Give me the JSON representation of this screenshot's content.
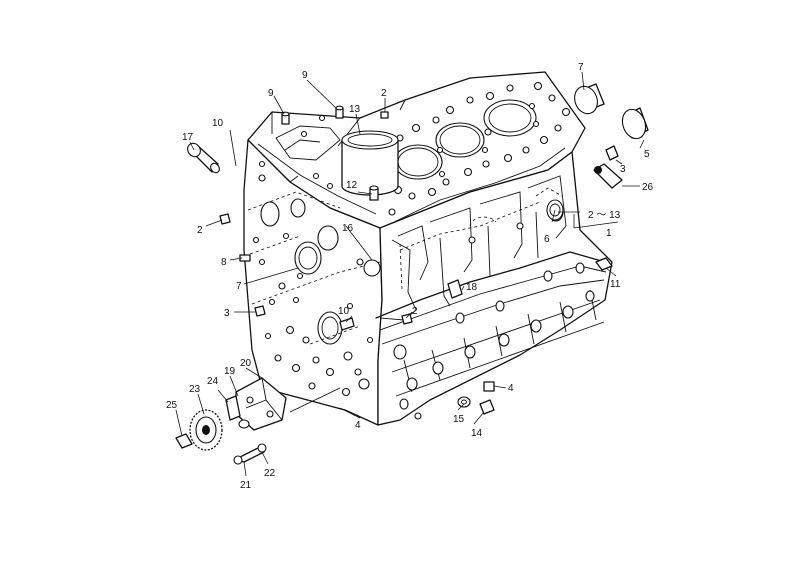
{
  "callouts": {
    "c1": "1",
    "c2a": "2",
    "c2b": "2",
    "c2c": "2",
    "c2range": "2 ～ 13",
    "c3a": "3",
    "c3b": "3",
    "c4a": "4",
    "c4b": "4",
    "c5": "5",
    "c6": "6",
    "c7a": "7",
    "c7b": "7",
    "c8": "8",
    "c9a": "9",
    "c9b": "9",
    "c10a": "10",
    "c10b": "10",
    "c11": "11",
    "c12": "12",
    "c13": "13",
    "c14": "14",
    "c15": "15",
    "c16": "16",
    "c17": "17",
    "c18": "18",
    "c19": "19",
    "c20": "20",
    "c21": "21",
    "c22": "22",
    "c23": "23",
    "c24": "24",
    "c25": "25",
    "c26": "26"
  }
}
